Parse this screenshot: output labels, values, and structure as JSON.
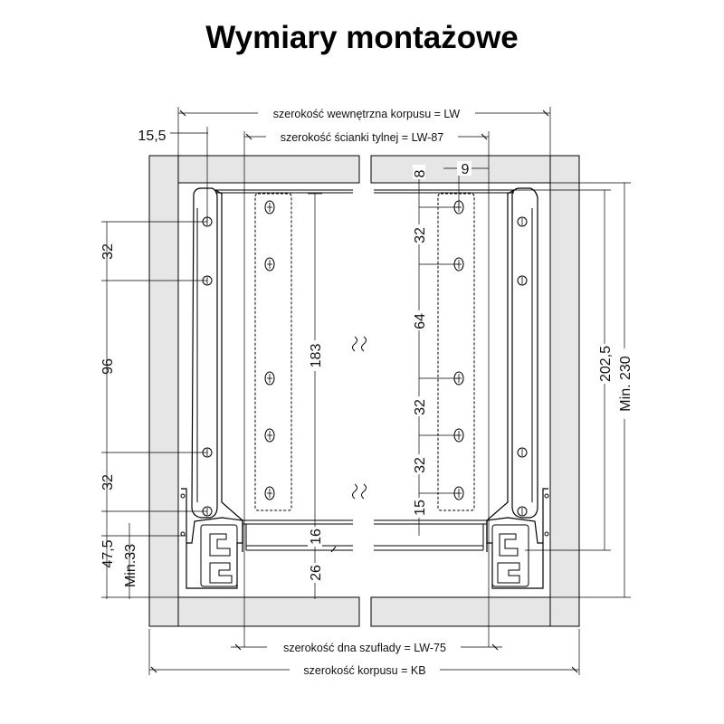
{
  "title": "Wymiary montażowe",
  "labels": {
    "inner_width": "szerokość wewnętrzna korpusu = LW",
    "back_width": "szerokość ścianki tylnej = LW-87",
    "bottom_width": "szerokość dna szuflady = LW-75",
    "cabinet_width": "szerokość korpusu = KB"
  },
  "dims": {
    "d15_5": "15,5",
    "d9": "9",
    "d8": "8",
    "d32_a": "32",
    "d96": "96",
    "d32_b": "32",
    "d47_5": "47,5",
    "dmin33": "Min.33",
    "d32_c": "32",
    "d64": "64",
    "d32_d": "32",
    "d32_e": "32",
    "d15": "15",
    "d183": "183",
    "d16": "16",
    "d26": "26",
    "d202_5": "202,5",
    "dmin230": "Min. 230"
  },
  "colors": {
    "panel": "#e8e8e8",
    "line": "#000000",
    "dim": "#333333"
  }
}
